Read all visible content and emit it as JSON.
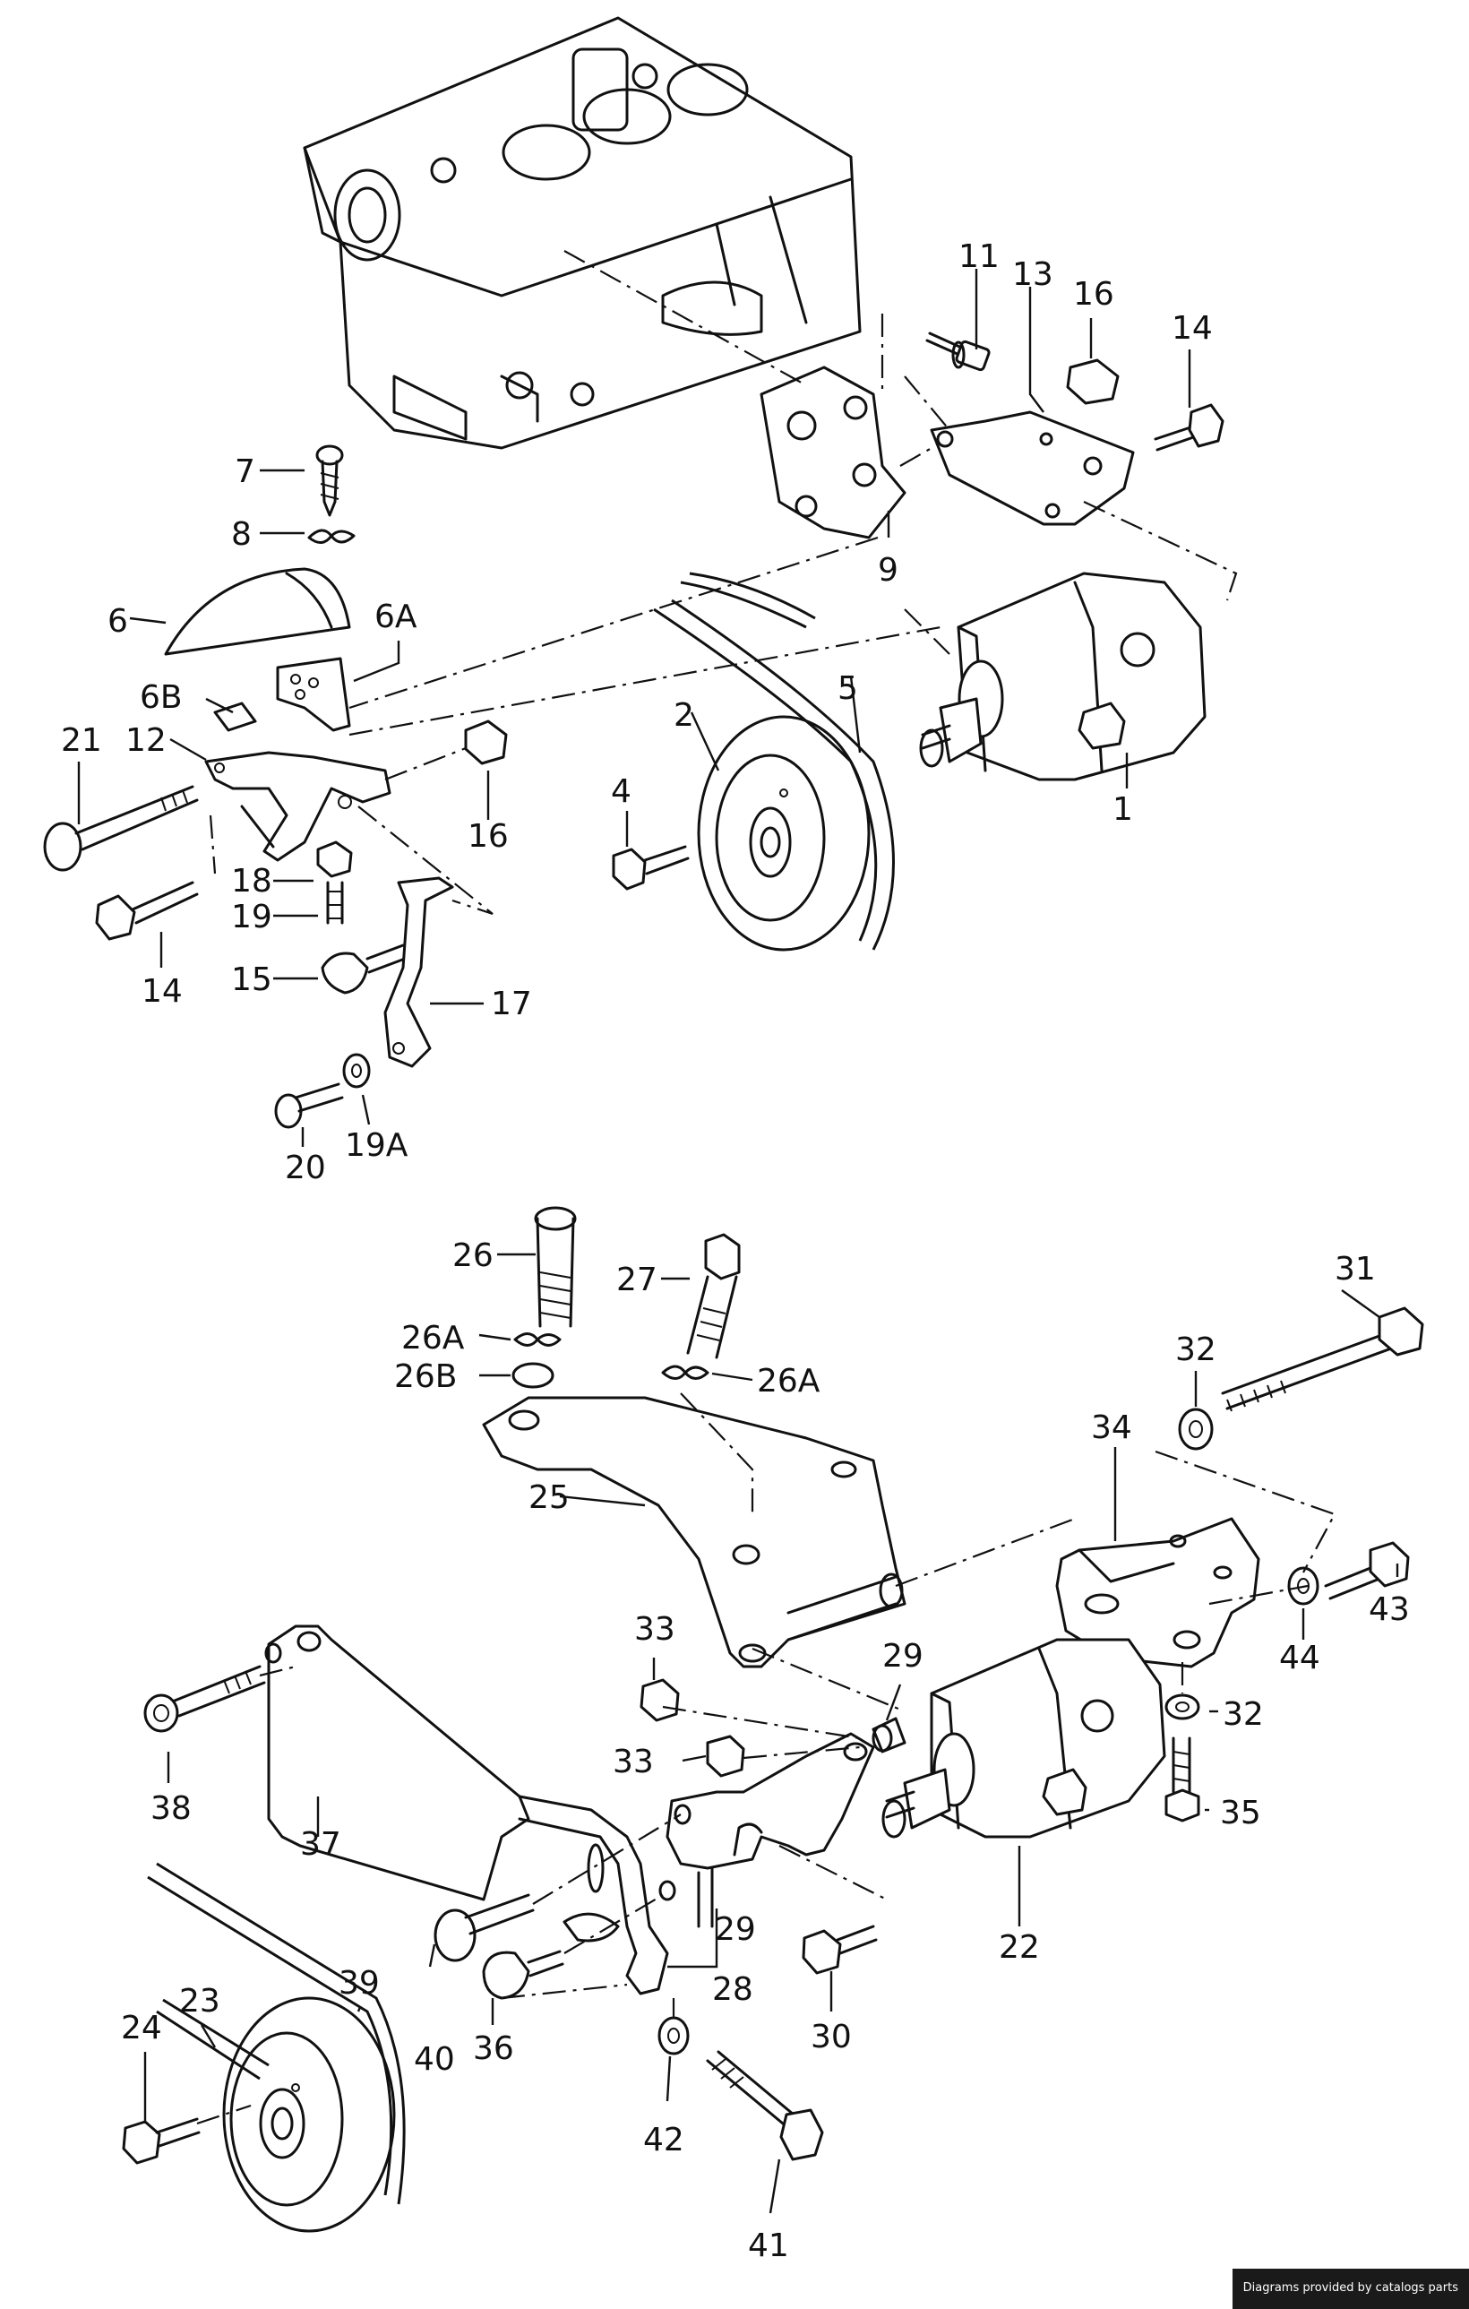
{
  "callouts": [
    "1",
    "2",
    "4",
    "5",
    "6",
    "6A",
    "6B",
    "7",
    "8",
    "9",
    "11",
    "12",
    "13",
    "14",
    "14",
    "15",
    "16",
    "16",
    "17",
    "18",
    "19",
    "19A",
    "20",
    "21",
    "22",
    "23",
    "24",
    "25",
    "26",
    "26A",
    "26A",
    "26B",
    "27",
    "28",
    "29",
    "29",
    "30",
    "31",
    "32",
    "32",
    "33",
    "33",
    "34",
    "35",
    "36",
    "37",
    "38",
    "39",
    "40",
    "41",
    "42",
    "43",
    "44"
  ],
  "credit": "Diagrams provided by catalogs parts"
}
